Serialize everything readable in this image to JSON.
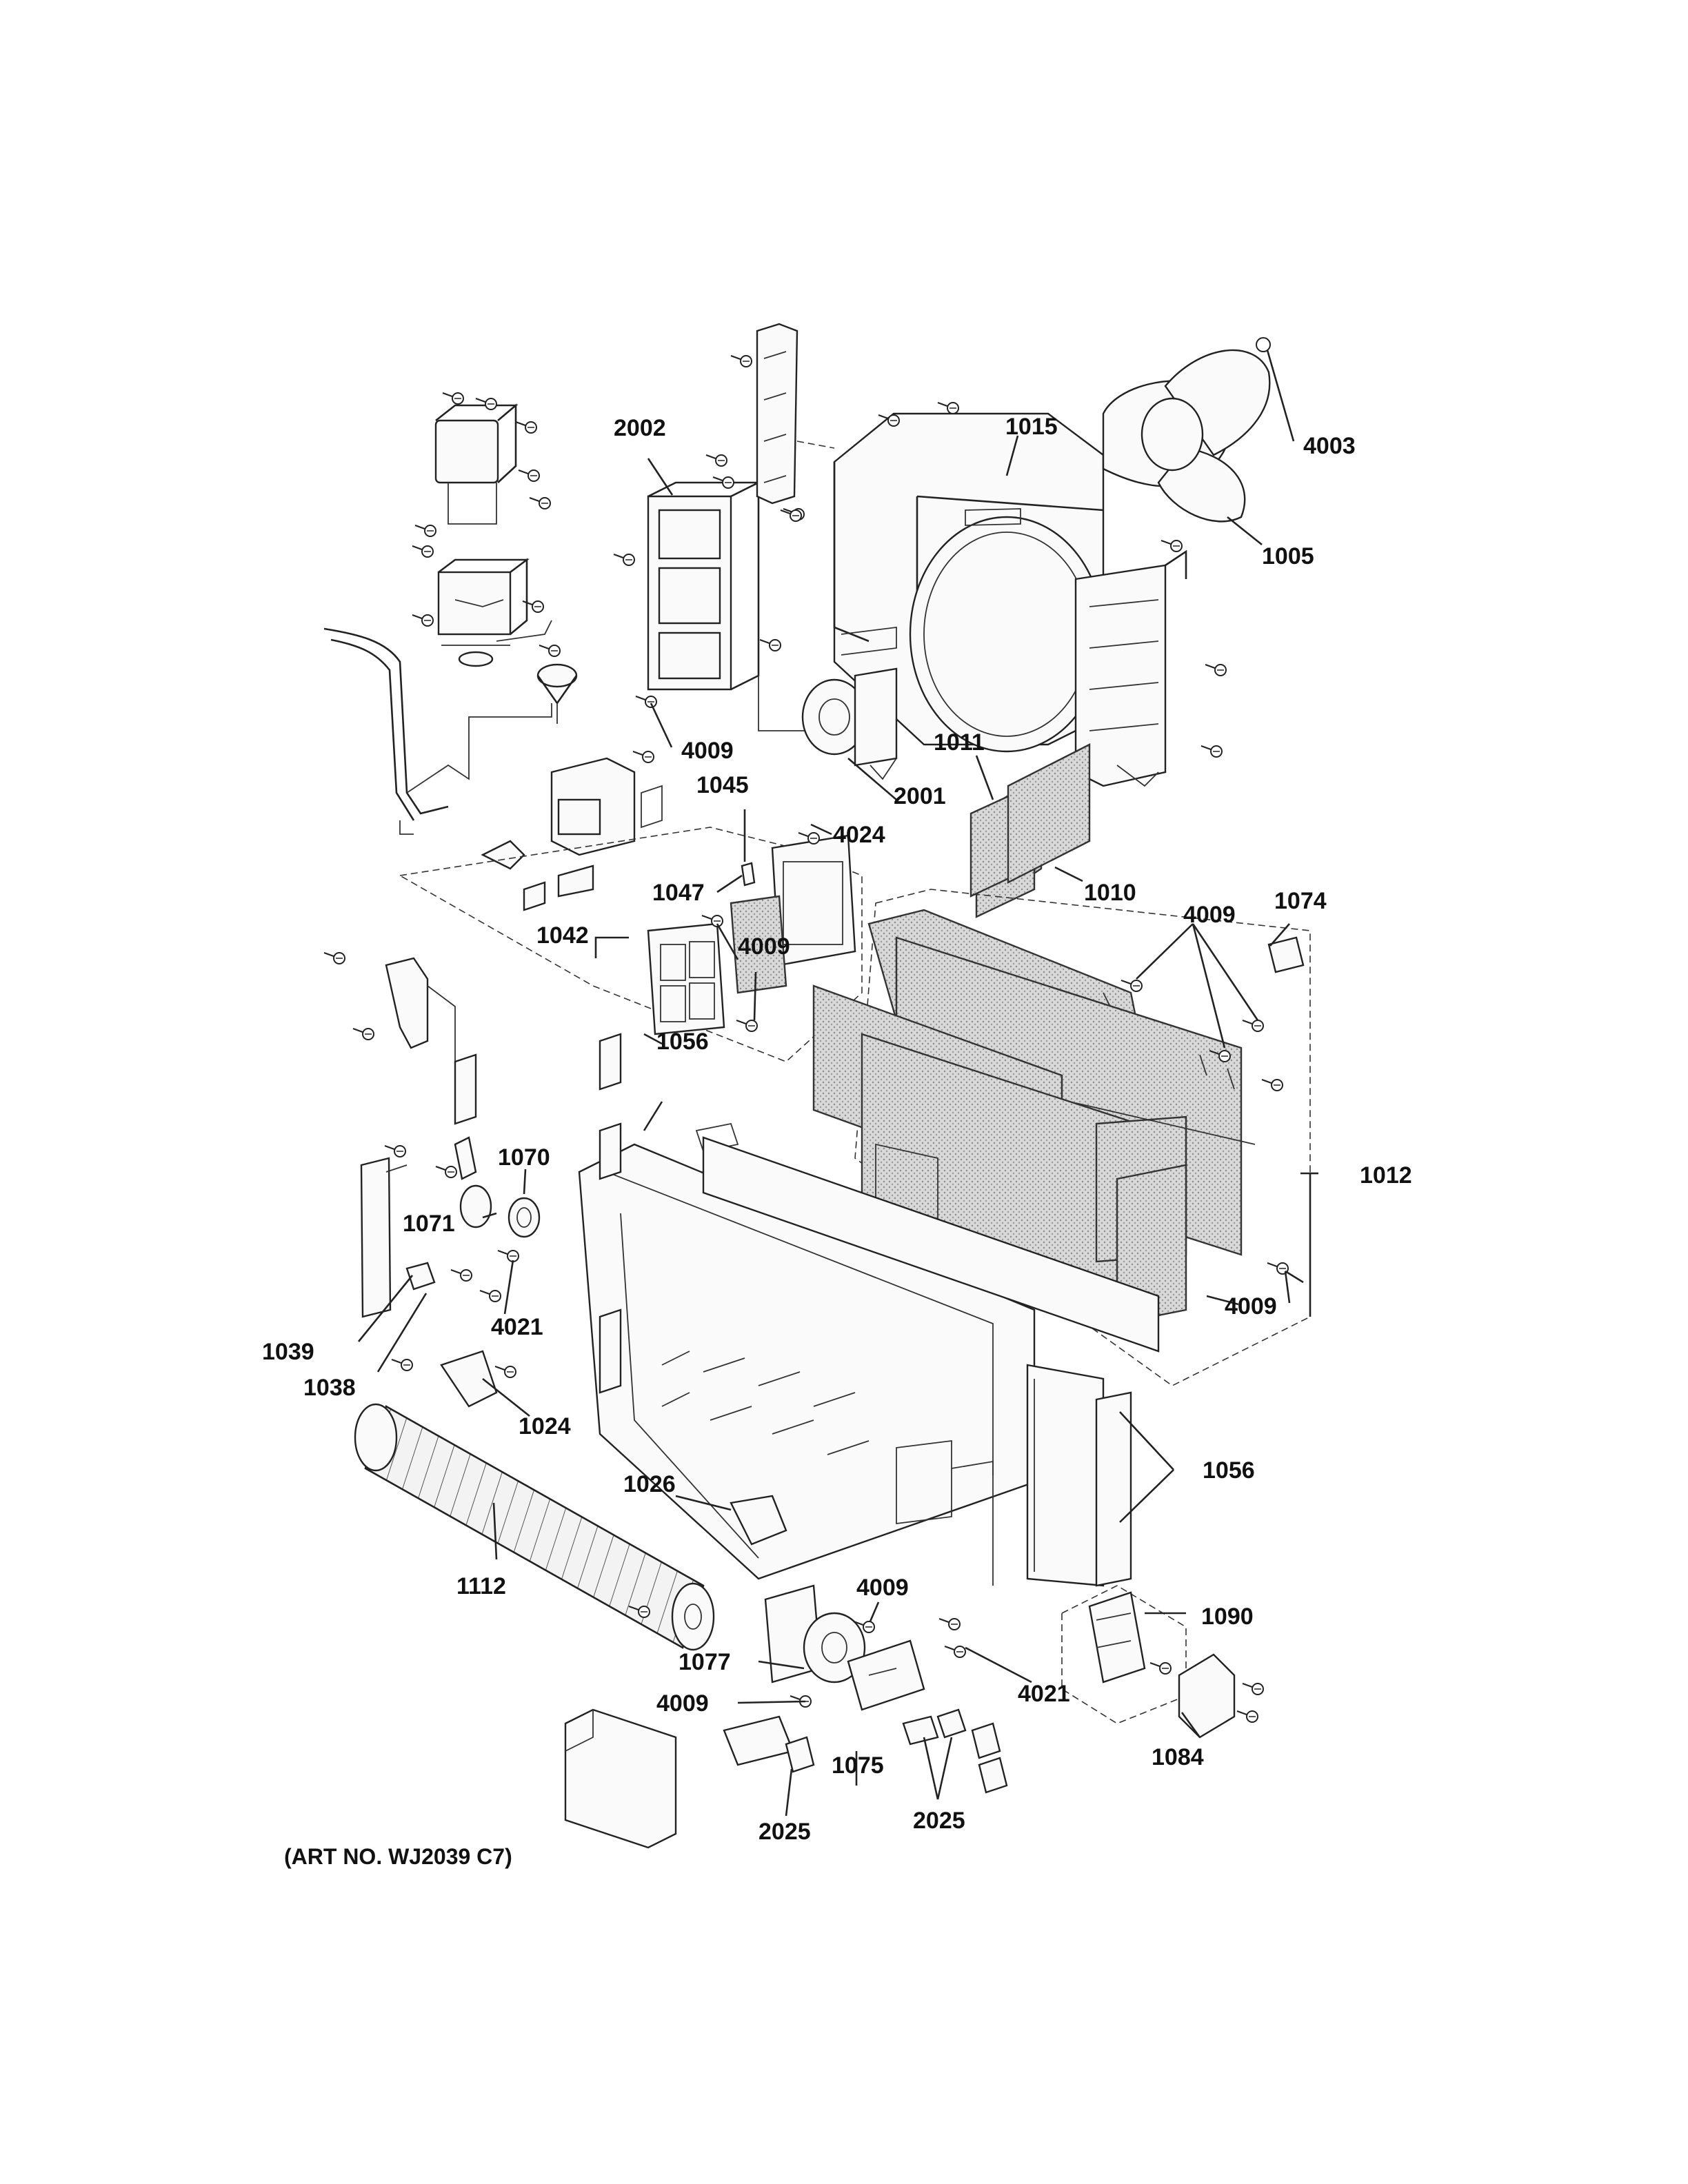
{
  "diagram": {
    "art_number": "(ART NO. WJ2039 C7)",
    "callouts": [
      {
        "id": "c2002",
        "label": "2002"
      },
      {
        "id": "c1015",
        "label": "1015"
      },
      {
        "id": "c4003",
        "label": "4003"
      },
      {
        "id": "c1005",
        "label": "1005"
      },
      {
        "id": "c4009a",
        "label": "4009"
      },
      {
        "id": "c1011",
        "label": "1011"
      },
      {
        "id": "c2001",
        "label": "2001"
      },
      {
        "id": "c1045",
        "label": "1045"
      },
      {
        "id": "c4024",
        "label": "4024"
      },
      {
        "id": "c1047",
        "label": "1047"
      },
      {
        "id": "c1010",
        "label": "1010"
      },
      {
        "id": "c4009b",
        "label": "4009"
      },
      {
        "id": "c1074",
        "label": "1074"
      },
      {
        "id": "c1042",
        "label": "1042"
      },
      {
        "id": "c4009c",
        "label": "4009"
      },
      {
        "id": "c1056a",
        "label": "1056"
      },
      {
        "id": "c1070",
        "label": "1070"
      },
      {
        "id": "c1012",
        "label": "1012"
      },
      {
        "id": "c1071",
        "label": "1071"
      },
      {
        "id": "c4009d",
        "label": "4009"
      },
      {
        "id": "c1039",
        "label": "1039"
      },
      {
        "id": "c4021a",
        "label": "4021"
      },
      {
        "id": "c1038",
        "label": "1038"
      },
      {
        "id": "c1024",
        "label": "1024"
      },
      {
        "id": "c1056b",
        "label": "1056"
      },
      {
        "id": "c1026",
        "label": "1026"
      },
      {
        "id": "c1112",
        "label": "1112"
      },
      {
        "id": "c4009e",
        "label": "4009"
      },
      {
        "id": "c1090",
        "label": "1090"
      },
      {
        "id": "c1077",
        "label": "1077"
      },
      {
        "id": "c4021b",
        "label": "4021"
      },
      {
        "id": "c4009f",
        "label": "4009"
      },
      {
        "id": "c1084",
        "label": "1084"
      },
      {
        "id": "c1075",
        "label": "1075"
      },
      {
        "id": "c2025a",
        "label": "2025"
      },
      {
        "id": "c2025b",
        "label": "2025"
      }
    ]
  }
}
